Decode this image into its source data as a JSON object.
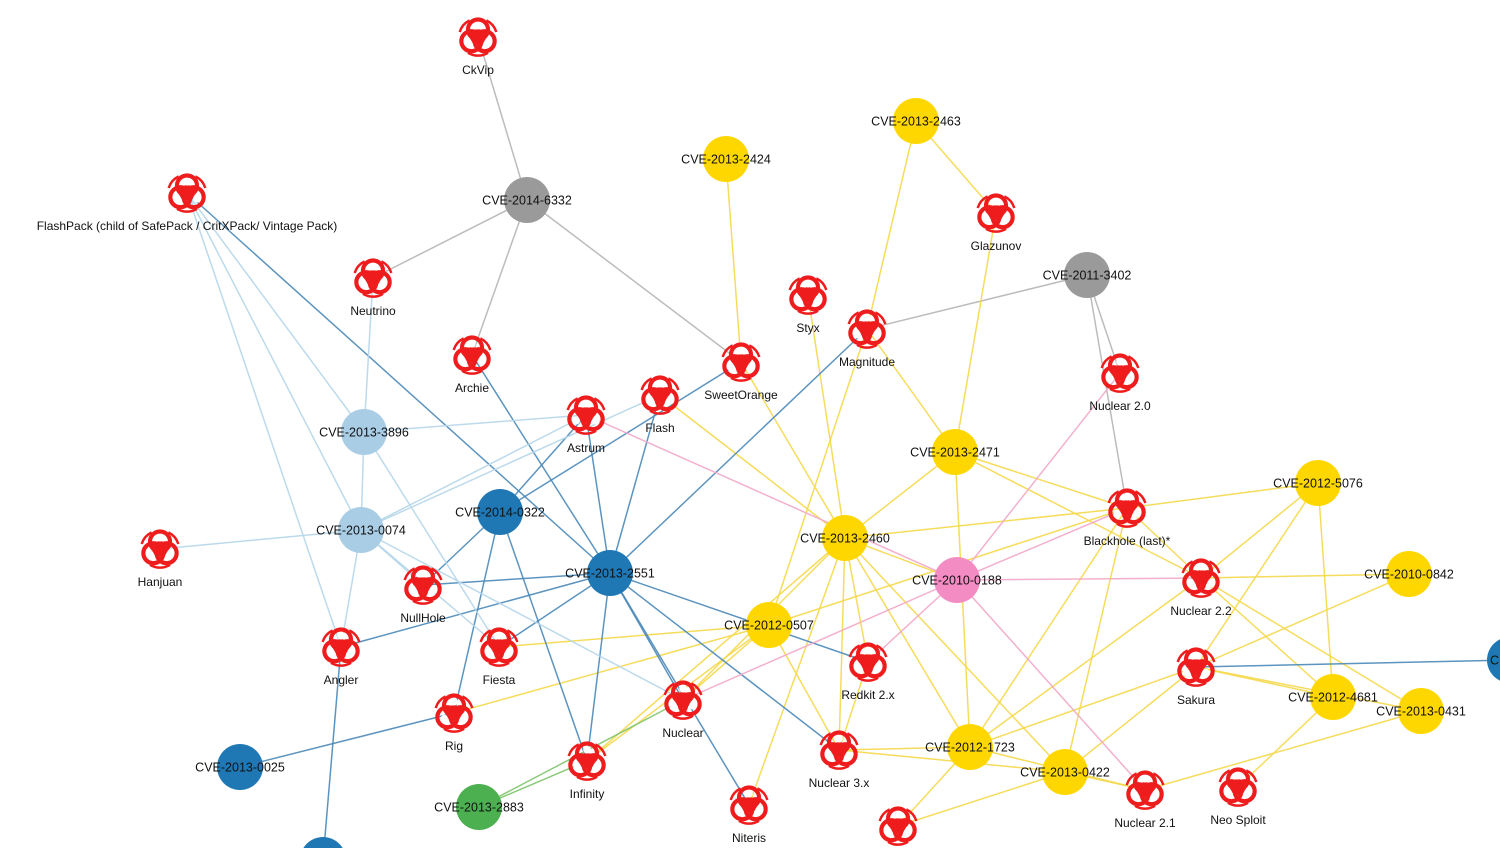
{
  "colors": {
    "yellow": "#ffd700",
    "dark_blue": "#1f77b4",
    "light_blue": "#aacde6",
    "gray": "#9a9a9a",
    "pink": "#f48cc4",
    "green": "#4caf50",
    "edge_yellow": "#f5d84a",
    "edge_dark_blue": "#4a88b8",
    "edge_light_blue": "#b5d6ea",
    "edge_gray": "#b5b5b5",
    "edge_pink": "#f2a7c9",
    "edge_green": "#7ec46c",
    "biohazard_red": "#ee1c1c"
  },
  "kits": [
    {
      "id": "ckvip",
      "label": "CkVip"
    },
    {
      "id": "flashpack",
      "label": "FlashPack (child of SafePack / CritXPack/ Vintage Pack)"
    },
    {
      "id": "neutrino",
      "label": "Neutrino"
    },
    {
      "id": "archie",
      "label": "Archie"
    },
    {
      "id": "astrum",
      "label": "Astrum"
    },
    {
      "id": "flash",
      "label": "Flash"
    },
    {
      "id": "sweetorange",
      "label": "SweetOrange"
    },
    {
      "id": "styx",
      "label": "Styx"
    },
    {
      "id": "magnitude",
      "label": "Magnitude"
    },
    {
      "id": "glazunov",
      "label": "Glazunov"
    },
    {
      "id": "nuclear20",
      "label": "Nuclear 2.0"
    },
    {
      "id": "blackhole",
      "label": "Blackhole (last)*"
    },
    {
      "id": "nuclear22",
      "label": "Nuclear 2.2"
    },
    {
      "id": "hanjuan",
      "label": "Hanjuan"
    },
    {
      "id": "nullhole",
      "label": "NullHole"
    },
    {
      "id": "angler",
      "label": "Angler"
    },
    {
      "id": "fiesta",
      "label": "Fiesta"
    },
    {
      "id": "rig",
      "label": "Rig"
    },
    {
      "id": "nuclear",
      "label": "Nuclear"
    },
    {
      "id": "infinity",
      "label": "Infinity"
    },
    {
      "id": "niteris",
      "label": "Niteris"
    },
    {
      "id": "redkit",
      "label": "Redkit 2.x"
    },
    {
      "id": "nuclear3x",
      "label": "Nuclear 3.x"
    },
    {
      "id": "sakura",
      "label": "Sakura"
    },
    {
      "id": "nuclear21",
      "label": "Nuclear 2.1"
    },
    {
      "id": "neosploit",
      "label": "Neo Sploit"
    },
    {
      "id": "unlabeled_bottom",
      "label": ""
    }
  ],
  "cves": [
    {
      "id": "c2014_6332",
      "label": "CVE-2014-6332",
      "color": "gray"
    },
    {
      "id": "c2013_2424",
      "label": "CVE-2013-2424",
      "color": "yellow"
    },
    {
      "id": "c2013_2463",
      "label": "CVE-2013-2463",
      "color": "yellow"
    },
    {
      "id": "c2011_3402",
      "label": "CVE-2011-3402",
      "color": "gray"
    },
    {
      "id": "c2013_3896",
      "label": "CVE-2013-3896",
      "color": "light_blue"
    },
    {
      "id": "c2013_2471",
      "label": "CVE-2013-2471",
      "color": "yellow"
    },
    {
      "id": "c2012_5076",
      "label": "CVE-2012-5076",
      "color": "yellow"
    },
    {
      "id": "c2013_0074",
      "label": "CVE-2013-0074",
      "color": "light_blue"
    },
    {
      "id": "c2014_0322",
      "label": "CVE-2014-0322",
      "color": "dark_blue"
    },
    {
      "id": "c2013_2460",
      "label": "CVE-2013-2460",
      "color": "yellow"
    },
    {
      "id": "c2013_2551",
      "label": "CVE-2013-2551",
      "color": "dark_blue"
    },
    {
      "id": "c2010_0188",
      "label": "CVE-2010-0188",
      "color": "pink"
    },
    {
      "id": "c2010_0842",
      "label": "CVE-2010-0842",
      "color": "yellow"
    },
    {
      "id": "c2012_0507",
      "label": "CVE-2012-0507",
      "color": "yellow"
    },
    {
      "id": "c2012_4681",
      "label": "CVE-2012-4681",
      "color": "yellow"
    },
    {
      "id": "c2013_0431",
      "label": "CVE-2013-0431",
      "color": "yellow"
    },
    {
      "id": "c2012_1723",
      "label": "CVE-2012-1723",
      "color": "yellow"
    },
    {
      "id": "c2013_0025",
      "label": "CVE-2013-0025",
      "color": "dark_blue"
    },
    {
      "id": "c2013_0422",
      "label": "CVE-2013-0422",
      "color": "yellow"
    },
    {
      "id": "c2013_2883",
      "label": "CVE-2013-2883",
      "color": "green"
    },
    {
      "id": "c_offscreen",
      "label": "C",
      "color": "dark_blue"
    },
    {
      "id": "c_bottom_blue",
      "label": "",
      "color": "dark_blue"
    }
  ],
  "edges": [
    [
      "ckvip",
      "c2014_6332",
      "gray"
    ],
    [
      "c2014_6332",
      "neutrino",
      "gray"
    ],
    [
      "c2014_6332",
      "archie",
      "gray"
    ],
    [
      "c2014_6332",
      "sweetorange",
      "gray"
    ],
    [
      "c2011_3402",
      "magnitude",
      "gray"
    ],
    [
      "c2011_3402",
      "nuclear20",
      "gray"
    ],
    [
      "c2011_3402",
      "blackhole",
      "gray"
    ],
    [
      "c2013_2424",
      "sweetorange",
      "yellow"
    ],
    [
      "c2013_2463",
      "glazunov",
      "yellow"
    ],
    [
      "c2013_2463",
      "magnitude",
      "yellow"
    ],
    [
      "glazunov",
      "c2013_2471",
      "yellow"
    ],
    [
      "magnitude",
      "c2013_2471",
      "yellow"
    ],
    [
      "styx",
      "c2013_2460",
      "yellow"
    ],
    [
      "sweetorange",
      "c2013_2460",
      "yellow"
    ],
    [
      "flash",
      "c2013_2460",
      "yellow"
    ],
    [
      "magnitude",
      "c2012_0507",
      "yellow"
    ],
    [
      "c2013_2471",
      "blackhole",
      "yellow"
    ],
    [
      "c2013_2471",
      "c2013_2460",
      "yellow"
    ],
    [
      "c2013_2471",
      "c2012_1723",
      "yellow"
    ],
    [
      "c2013_2471",
      "nuclear22",
      "yellow"
    ],
    [
      "c2012_5076",
      "blackhole",
      "yellow"
    ],
    [
      "c2012_5076",
      "nuclear22",
      "yellow"
    ],
    [
      "c2012_5076",
      "c2012_4681",
      "yellow"
    ],
    [
      "c2012_5076",
      "sakura",
      "yellow"
    ],
    [
      "c2013_2460",
      "c2010_0188",
      "yellow"
    ],
    [
      "c2013_2460",
      "blackhole",
      "yellow"
    ],
    [
      "c2013_2460",
      "redkit",
      "yellow"
    ],
    [
      "c2013_2460",
      "nuclear3x",
      "yellow"
    ],
    [
      "c2013_2460",
      "nuclear",
      "yellow"
    ],
    [
      "c2013_2460",
      "infinity",
      "yellow"
    ],
    [
      "c2013_2460",
      "niteris",
      "yellow"
    ],
    [
      "c2013_2460",
      "c2012_1723",
      "yellow"
    ],
    [
      "c2013_2460",
      "c2013_0422",
      "yellow"
    ],
    [
      "c2010_0842",
      "sakura",
      "yellow"
    ],
    [
      "c2010_0842",
      "nuclear22",
      "yellow"
    ],
    [
      "c2012_0507",
      "nuclear",
      "yellow"
    ],
    [
      "c2012_0507",
      "nuclear3x",
      "yellow"
    ],
    [
      "c2012_0507",
      "rig",
      "yellow"
    ],
    [
      "c2012_0507",
      "infinity",
      "yellow"
    ],
    [
      "c2012_0507",
      "fiesta",
      "yellow"
    ],
    [
      "c2012_0507",
      "blackhole",
      "yellow"
    ],
    [
      "blackhole",
      "nuclear22",
      "yellow"
    ],
    [
      "blackhole",
      "c2012_1723",
      "yellow"
    ],
    [
      "blackhole",
      "c2013_0422",
      "yellow"
    ],
    [
      "nuclear22",
      "c2012_4681",
      "yellow"
    ],
    [
      "nuclear22",
      "c2013_0431",
      "yellow"
    ],
    [
      "nuclear22",
      "c2012_1723",
      "yellow"
    ],
    [
      "sakura",
      "c2013_0422",
      "yellow"
    ],
    [
      "sakura",
      "c2012_1723",
      "yellow"
    ],
    [
      "sakura",
      "c2012_4681",
      "yellow"
    ],
    [
      "c2012_4681",
      "neosploit",
      "yellow"
    ],
    [
      "c2012_1723",
      "nuclear3x",
      "yellow"
    ],
    [
      "c2012_1723",
      "nuclear21",
      "yellow"
    ],
    [
      "c2012_1723",
      "unlabeled_bottom",
      "yellow"
    ],
    [
      "c2013_0422",
      "nuclear21",
      "yellow"
    ],
    [
      "c2013_0422",
      "nuclear3x",
      "yellow"
    ],
    [
      "c2013_0422",
      "unlabeled_bottom",
      "yellow"
    ],
    [
      "redkit",
      "nuclear3x",
      "yellow"
    ],
    [
      "c2013_0431",
      "nuclear21",
      "yellow"
    ],
    [
      "c2013_0431",
      "sakura",
      "yellow"
    ],
    [
      "flashpack",
      "c2013_2551",
      "dark_blue"
    ],
    [
      "archie",
      "c2013_2551",
      "dark_blue"
    ],
    [
      "astrum",
      "c2013_2551",
      "dark_blue"
    ],
    [
      "flash",
      "c2013_2551",
      "dark_blue"
    ],
    [
      "sweetorange",
      "c2014_0322",
      "dark_blue"
    ],
    [
      "magnitude",
      "c2013_2551",
      "dark_blue"
    ],
    [
      "c2014_0322",
      "astrum",
      "dark_blue"
    ],
    [
      "c2014_0322",
      "nullhole",
      "dark_blue"
    ],
    [
      "c2014_0322",
      "rig",
      "dark_blue"
    ],
    [
      "c2014_0322",
      "infinity",
      "dark_blue"
    ],
    [
      "c2013_2551",
      "nullhole",
      "dark_blue"
    ],
    [
      "c2013_2551",
      "angler",
      "dark_blue"
    ],
    [
      "c2013_2551",
      "fiesta",
      "dark_blue"
    ],
    [
      "c2013_2551",
      "nuclear",
      "dark_blue"
    ],
    [
      "c2013_2551",
      "infinity",
      "dark_blue"
    ],
    [
      "c2013_2551",
      "niteris",
      "dark_blue"
    ],
    [
      "c2013_2551",
      "redkit",
      "dark_blue"
    ],
    [
      "c2013_2551",
      "nuclear3x",
      "dark_blue"
    ],
    [
      "rig",
      "c2013_0025",
      "dark_blue"
    ],
    [
      "angler",
      "c_bottom_blue",
      "dark_blue"
    ],
    [
      "sakura",
      "c_offscreen",
      "dark_blue"
    ],
    [
      "flashpack",
      "c2013_3896",
      "light_blue"
    ],
    [
      "flashpack",
      "c2013_0074",
      "light_blue"
    ],
    [
      "flashpack",
      "angler",
      "light_blue"
    ],
    [
      "neutrino",
      "c2013_3896",
      "light_blue"
    ],
    [
      "c2013_3896",
      "astrum",
      "light_blue"
    ],
    [
      "c2013_3896",
      "c2013_0074",
      "light_blue"
    ],
    [
      "c2013_3896",
      "fiesta",
      "light_blue"
    ],
    [
      "c2013_0074",
      "hanjuan",
      "light_blue"
    ],
    [
      "c2013_0074",
      "nullhole",
      "light_blue"
    ],
    [
      "c2013_0074",
      "angler",
      "light_blue"
    ],
    [
      "c2013_0074",
      "fiesta",
      "light_blue"
    ],
    [
      "c2013_0074",
      "flash",
      "light_blue"
    ],
    [
      "c2013_0074",
      "nuclear",
      "light_blue"
    ],
    [
      "c2013_0074",
      "astrum",
      "light_blue"
    ],
    [
      "astrum",
      "c2010_0188",
      "pink"
    ],
    [
      "nuclear20",
      "c2010_0188",
      "pink"
    ],
    [
      "blackhole",
      "c2010_0188",
      "pink"
    ],
    [
      "c2010_0188",
      "nuclear22",
      "pink"
    ],
    [
      "c2010_0188",
      "nuclear",
      "pink"
    ],
    [
      "c2010_0188",
      "redkit",
      "pink"
    ],
    [
      "c2010_0188",
      "nuclear21",
      "pink"
    ],
    [
      "nuclear",
      "c2013_2883",
      "green"
    ],
    [
      "infinity",
      "c2013_2883",
      "green"
    ]
  ]
}
